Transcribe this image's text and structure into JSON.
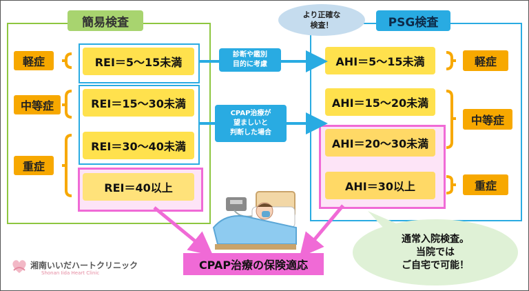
{
  "simple_test": {
    "title": "簡易検査",
    "severities": {
      "mild": "軽症",
      "moderate": "中等症",
      "severe": "重症"
    },
    "values": [
      "REI＝5～15未満",
      "REI＝15～30未満",
      "REI＝30～40未満",
      "REI＝40以上"
    ]
  },
  "psg_test": {
    "title": "PSG検査",
    "severities": {
      "mild": "軽症",
      "moderate": "中等症",
      "severe": "重症"
    },
    "values": [
      "AHI＝5～15未満",
      "AHI＝15～20未満",
      "AHI＝20～30未満",
      "AHI＝30以上"
    ]
  },
  "arrows": {
    "top_label": [
      "診断や鑑別",
      "目的に考慮"
    ],
    "middle_label": [
      "CPAP治療が",
      "望ましいと",
      "判断した場合"
    ]
  },
  "bubbles": {
    "top": [
      "より正確な",
      "検査！"
    ],
    "bottom": [
      "通常入院検査。",
      "当院では",
      "ご自宅で可能！"
    ]
  },
  "result": "CPAP治療の保険適応",
  "logo": {
    "name": "湘南いいだハートクリニック",
    "sub": "Shonan Iida Heart Clinic"
  },
  "colors": {
    "green": "#8dc63f",
    "blue": "#29abe2",
    "orange": "#f7a800",
    "yellow": "#ffe14d",
    "pink": "#f06ad6"
  }
}
